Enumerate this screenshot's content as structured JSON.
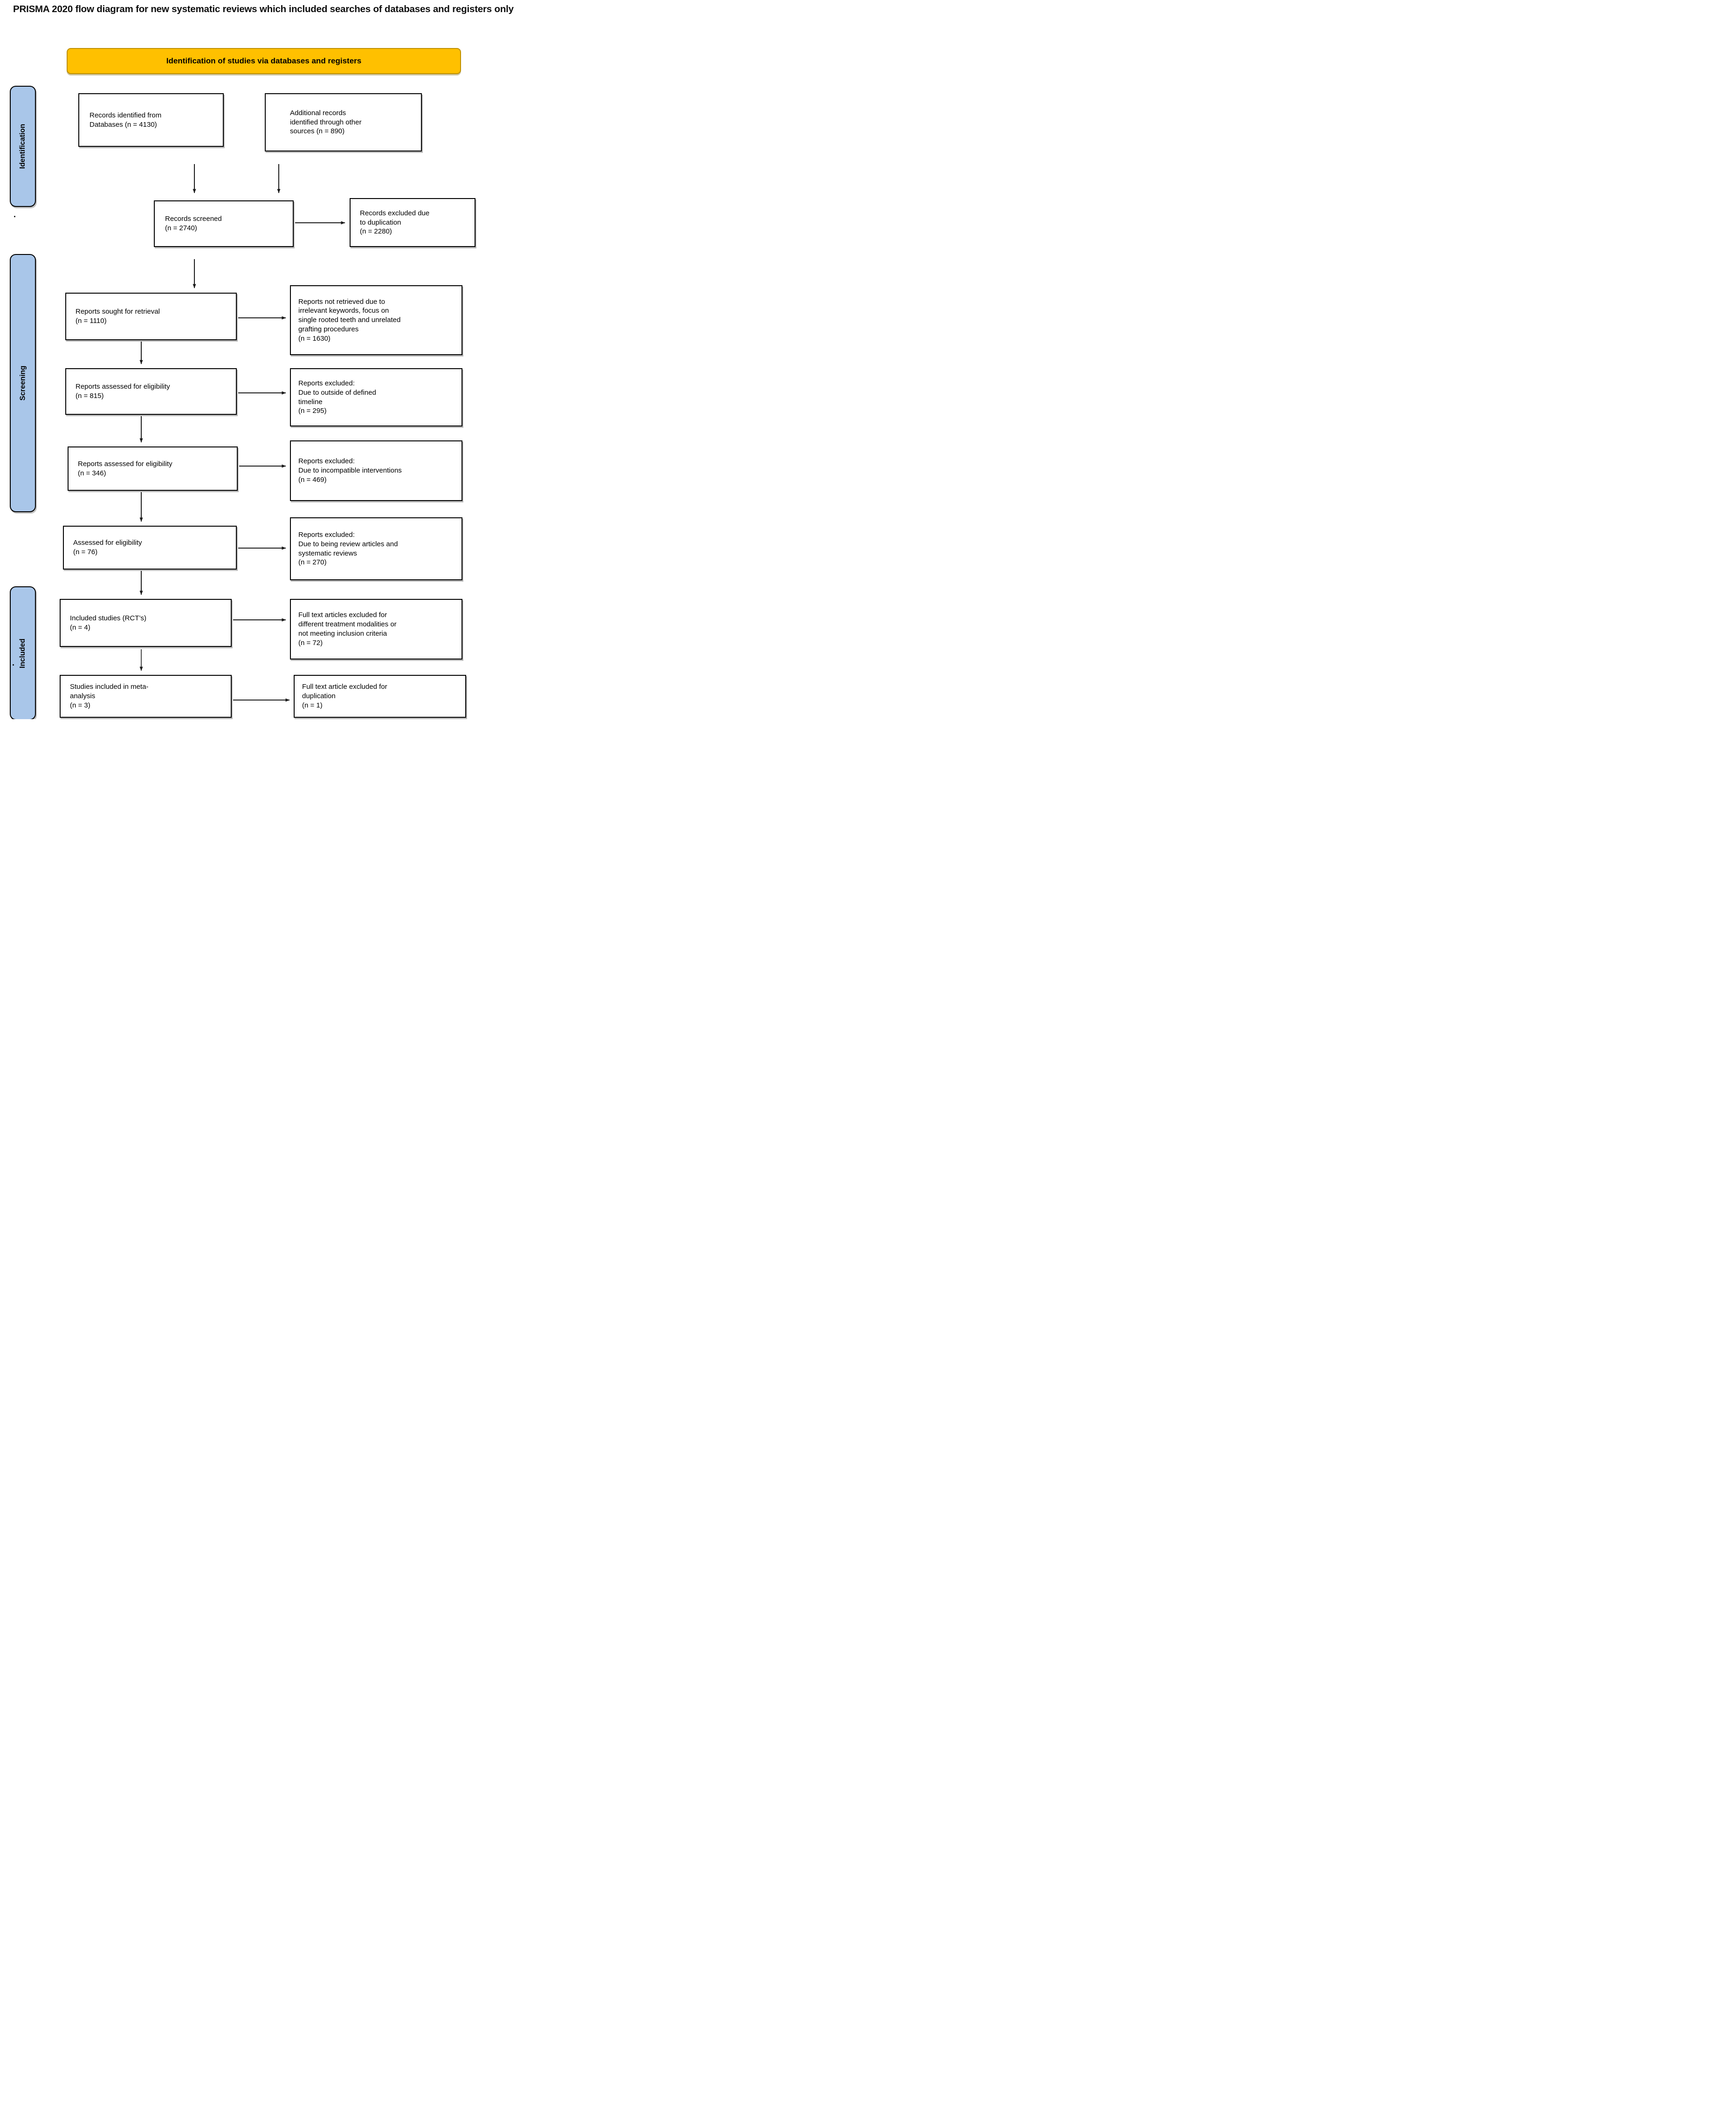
{
  "title": "PRISMA 2020 flow diagram for new systematic reviews which included searches of databases and registers only",
  "banner": {
    "label": "Identification of studies via databases and registers"
  },
  "sidebar": {
    "identification": "Identification",
    "screening": "Screening",
    "included": "Included",
    "dot_top": ".",
    "dot_bottom": "."
  },
  "boxes": {
    "records_databases": "Records identified from\nDatabases (n = 4130)",
    "additional_records": "Additional records\nidentified through other\nsources (n = 890)",
    "records_screened": "Records screened\n(n = 2740)",
    "records_excluded_duplication": "Records excluded due\nto duplication\n(n = 2280)",
    "reports_sought": "Reports sought for retrieval\n(n = 1110)",
    "reports_not_retrieved": "Reports not retrieved due to\nirrelevant keywords, focus on\nsingle rooted teeth and unrelated\ngrafting procedures\n(n = 1630)",
    "reports_assessed_815": "Reports assessed for eligibility\n(n = 815)",
    "excluded_timeline": "Reports excluded:\nDue to outside of defined\ntimeline\n(n = 295)",
    "reports_assessed_346": "Reports assessed for eligibility\n(n = 346)",
    "excluded_interventions": "Reports excluded:\nDue to incompatible interventions\n(n = 469)",
    "assessed_eligibility_76": "Assessed for eligibility\n(n = 76)",
    "excluded_reviews": "Reports excluded:\nDue to being review articles and\nsystematic reviews\n(n = 270)",
    "included_rct": "Included studies (RCT’s)\n(n = 4)",
    "fulltext_excluded_modalities": "Full text articles excluded for\ndifferent treatment modalities or\nnot meeting inclusion criteria\n(n = 72)",
    "meta_analysis": "Studies included in meta-\nanalysis\n(n = 3)",
    "fulltext_excluded_duplication": "Full text article excluded for\nduplication\n(n = 1)"
  },
  "colors": {
    "banner_bg": "#FFC000",
    "banner_border": "#BF9000",
    "stage_bg": "#A9C6E9",
    "box_border": "#000000",
    "arrow": "#1A1A1A"
  }
}
